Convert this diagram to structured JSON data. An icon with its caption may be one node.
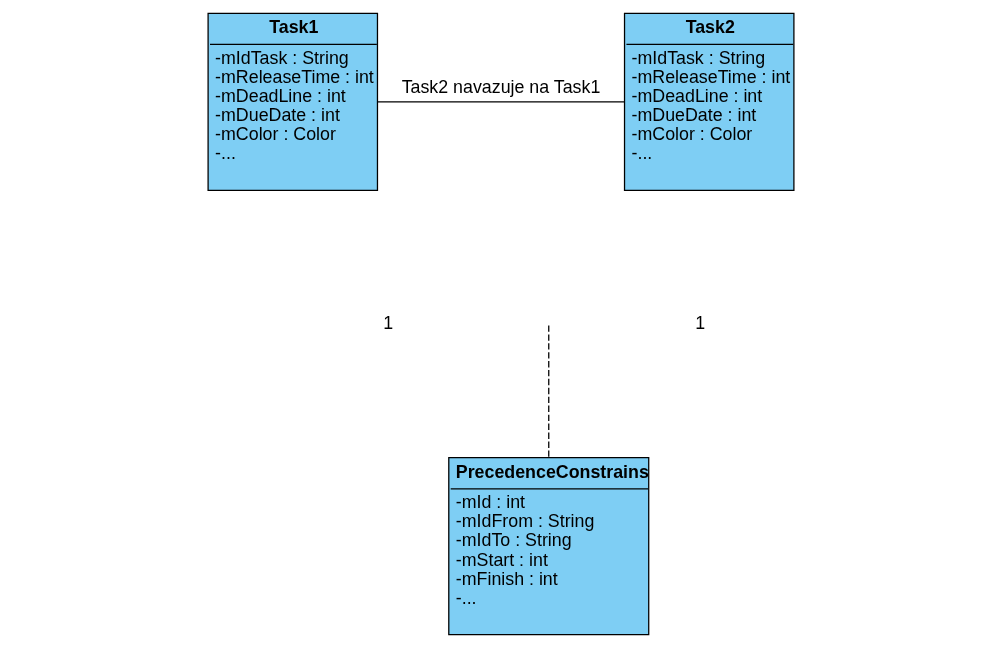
{
  "diagram": {
    "nodes": [
      {
        "text": [
          "Task1",
          "-mIdTask : String",
          "-mReleaseTime : int",
          "-mDeadLine : int",
          "-mDueDate : int",
          "-mColor : Color",
          "-..."
        ]
      },
      {
        "text": [
          "Task2",
          "-mIdTask : String",
          "-mReleaseTime : int",
          "-mDeadLine : int",
          "-mDueDate : int",
          "-mColor : Color",
          "-..."
        ]
      },
      {
        "text": [
          "PrecedenceConstrains",
          "-mId : int",
          "-mIdFrom : String",
          "-mIdTo : String",
          "-mStart : int",
          "-mFinish : int",
          "-..."
        ]
      }
    ],
    "edges": [
      {
        "from": 0,
        "to": 1,
        "arrow": "none",
        "label": "Task2 navazuje na Task1"
      },
      {
        "from": null,
        "to": 2,
        "arrow": "none",
        "style": "dashed"
      }
    ],
    "labels": [
      "1",
      "1"
    ]
  }
}
